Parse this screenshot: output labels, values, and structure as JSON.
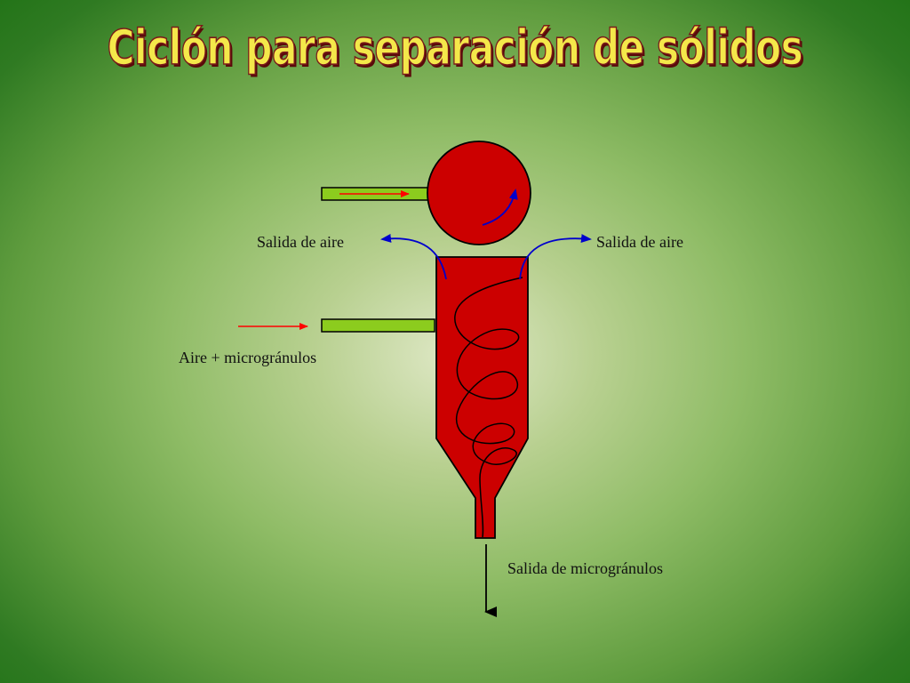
{
  "title": "Ciclón para separación de sólidos",
  "labels": {
    "air_out_left": "Salida de aire",
    "air_out_right": "Salida de aire",
    "air_in": "Aire + microgránulos",
    "solids_out": "Salida de microgránulos"
  },
  "colors": {
    "cyclone_body": "#cc0000",
    "inlet_pipe": "#8ccc1e",
    "air_flow_arrow": "#0000cc",
    "inlet_arrow": "#ff0000",
    "solids_arrow": "#000000"
  }
}
